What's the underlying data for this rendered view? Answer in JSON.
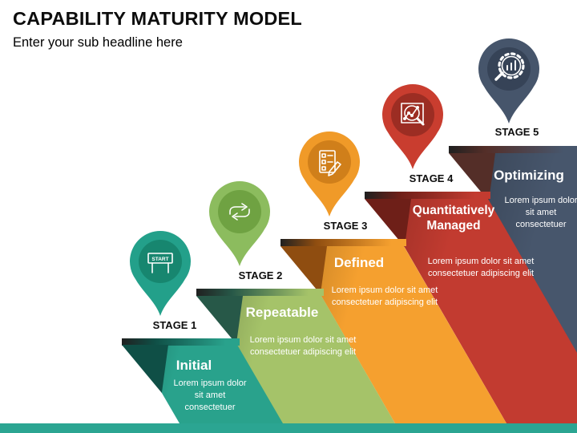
{
  "header": {
    "title": "CAPABILITY MATURITY MODEL",
    "subtitle": "Enter your sub headline here"
  },
  "stages": [
    {
      "label": "STAGE 1",
      "name": "Initial",
      "body": "Lorem ipsum dolor sit amet consectetuer",
      "icon": "start-sign-icon",
      "colors": {
        "main": "#29A28C",
        "wedge": "#0F4F46",
        "pin": "#23A08A",
        "pin_inner": "#17866F"
      }
    },
    {
      "label": "STAGE 2",
      "name": "Repeatable",
      "body": "Lorem ipsum dolor sit amet consectetuer adipiscing elit",
      "icon": "sync-arrows-icon",
      "colors": {
        "main": "#A5C369",
        "wedge": "#275848",
        "pin": "#8CBC5E",
        "pin_inner": "#6FA242"
      }
    },
    {
      "label": "STAGE 3",
      "name": "Defined",
      "body": "Lorem ipsum dolor sit amet consectetuer adipiscing elit",
      "icon": "checklist-pencil-icon",
      "colors": {
        "main": "#F5A02F",
        "wedge": "#8F4D10",
        "pin": "#F09A28",
        "pin_inner": "#D07F1A"
      }
    },
    {
      "label": "STAGE 4",
      "name": "Quantitatively Managed",
      "body": "Lorem ipsum dolor sit amet consectetuer adipiscing elit",
      "icon": "chart-magnifier-icon",
      "colors": {
        "main": "#C23B30",
        "wedge": "#6E1F18",
        "pin": "#C93D2F",
        "pin_inner": "#9C2D23"
      }
    },
    {
      "label": "STAGE 5",
      "name": "Optimizing",
      "body": "Lorem ipsum dolor sit amet consectetuer",
      "icon": "gear-magnifier-icon",
      "colors": {
        "main": "#47566C",
        "wedge": "#542E28",
        "pin": "#46556B",
        "pin_inner": "#364357"
      }
    }
  ],
  "footer": {
    "strip_color": "#2BA592"
  }
}
